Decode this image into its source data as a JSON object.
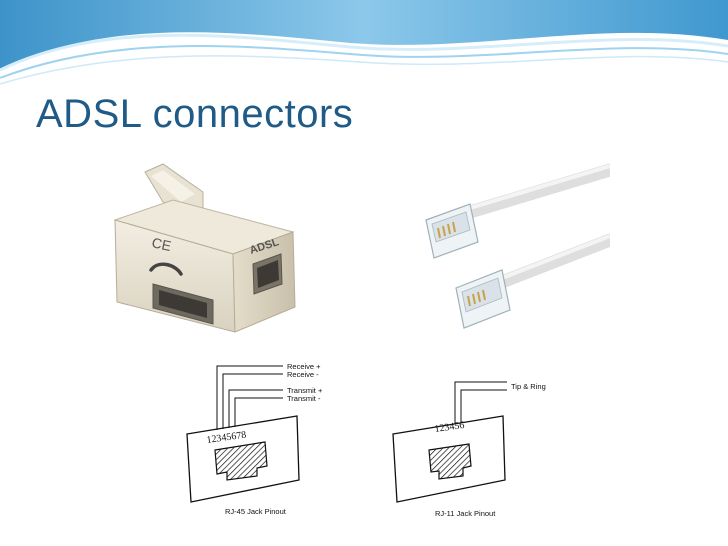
{
  "slide": {
    "title": "ADSL connectors"
  },
  "splitter": {
    "marks": [
      "CE",
      "ADSL"
    ]
  },
  "diagram": {
    "rj45": {
      "pins": "12345678",
      "labels": [
        "Receive +",
        "Receive -",
        "Transmit +",
        "Transmit -"
      ],
      "caption": "RJ-45 Jack Pinout"
    },
    "rj11": {
      "pins": "123456",
      "labels": [
        "Tip & Ring"
      ],
      "caption": "RJ-11 Jack Pinout"
    }
  },
  "colors": {
    "title": "#1f5b86",
    "wave_dark": "#4a9fd0",
    "wave_light": "#bfe3f5"
  }
}
